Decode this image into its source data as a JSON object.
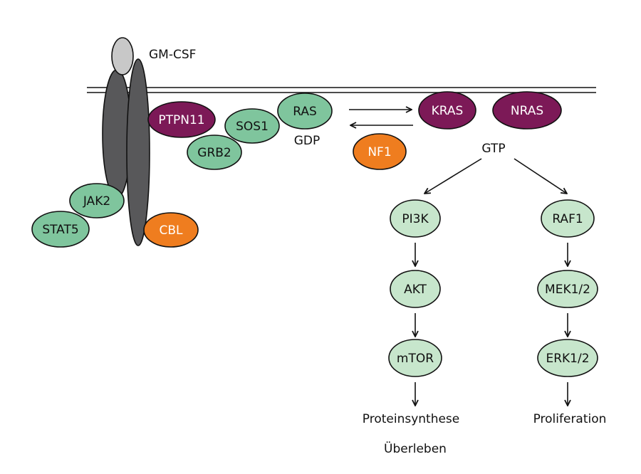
{
  "colors": {
    "receptor": "#58585a",
    "ligand": "#c8c8c8",
    "green": "#7fc59d",
    "light_green": "#c7e6cc",
    "purple": "#7c1957",
    "orange": "#ef7d1f",
    "line": "#111111"
  },
  "ligand": {
    "label": "GM-CSF"
  },
  "nodes": {
    "ptpn11": "PTPN11",
    "sos1": "SOS1",
    "ras": "RAS",
    "grb2": "GRB2",
    "jak2": "JAK2",
    "stat5": "STAT5",
    "cbl": "CBL",
    "kras": "KRAS",
    "nras": "NRAS",
    "nf1": "NF1",
    "pi3k": "PI3K",
    "akt": "AKT",
    "mtor": "mTOR",
    "raf1": "RAF1",
    "mek12": "MEK1/2",
    "erk12": "ERK1/2"
  },
  "labels": {
    "gdp": "GDP",
    "gtp": "GTP"
  },
  "outcomes": {
    "left_line1": "Proteinsynthese",
    "left_line2": "Überleben",
    "right": "Proliferation"
  }
}
